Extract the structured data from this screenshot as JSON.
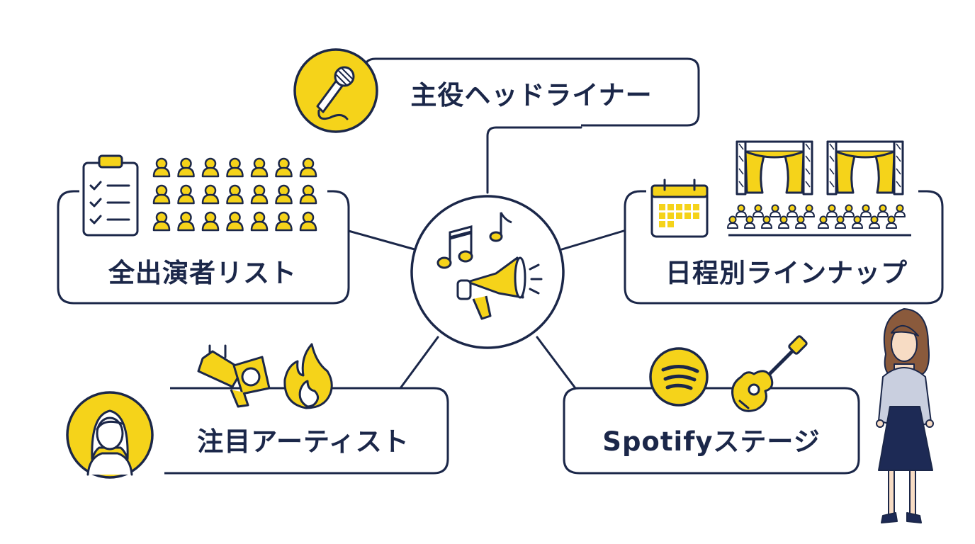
{
  "center": {
    "icon": "music-megaphone-icon"
  },
  "nodes": {
    "headliners": {
      "label": "主役ヘッドライナー",
      "icon": "microphone-icon"
    },
    "all_performers": {
      "label": "全出演者リスト",
      "icon": "clipboard-checklist-icon",
      "crowd_icon": "people-grid-icon"
    },
    "daily_lineup": {
      "label": "日程別ラインナップ",
      "icon": "calendar-icon",
      "stage_icon": "stage-crowd-icon"
    },
    "featured_artists": {
      "label": "注目アーティスト",
      "icon": "woman-avatar-icon",
      "extra_icons": [
        "spotlight-icon",
        "flame-icon"
      ]
    },
    "spotify_stage": {
      "label": "Spotifyステージ",
      "icon": "spotify-icon",
      "extra_icons": [
        "guitar-icon"
      ]
    }
  },
  "presenter": {
    "icon": "presenter-woman-icon"
  },
  "colors": {
    "navy": "#1b2749",
    "yellow": "#f5d31a",
    "white": "#ffffff"
  }
}
